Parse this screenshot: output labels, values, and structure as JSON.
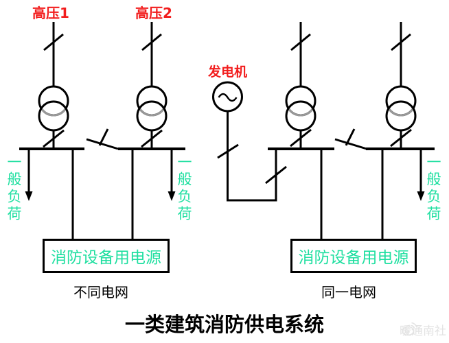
{
  "title": "一类建筑消防供电系统",
  "colors": {
    "red": "#f21d1d",
    "green": "#1fdfa0",
    "line": "#000000",
    "gray_overlap": "#999999",
    "watermark_gray": "#e3e3e3"
  },
  "left_diagram": {
    "source1_label": "高压1",
    "source2_label": "高压2",
    "general_load_left": "一般负荷",
    "general_load_right": "一般负荷",
    "fire_supply_box": "消防设备用电源",
    "caption": "不同电网"
  },
  "right_diagram": {
    "generator_label": "发电机",
    "general_load_right": "一般负荷",
    "fire_supply_box": "消防设备用电源",
    "caption": "同一电网"
  },
  "watermark": {
    "text": "暖通南社",
    "logo": "weibo-icon"
  }
}
